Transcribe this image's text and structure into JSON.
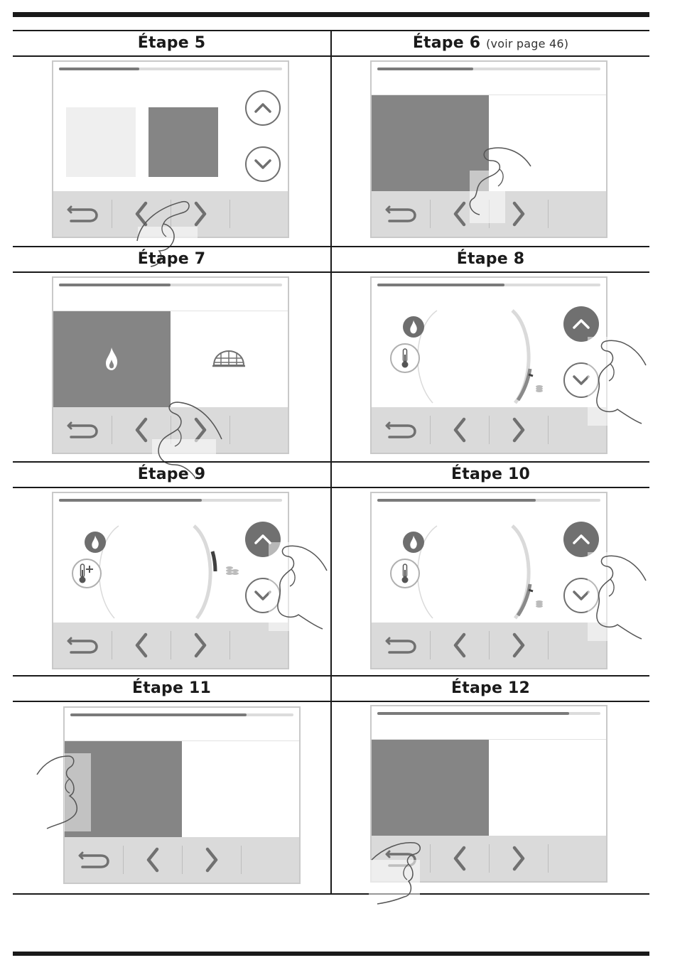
{
  "steps": [
    {
      "label": "Étape 5",
      "note": ""
    },
    {
      "label": "Étape 6",
      "note": "(voir page 46)"
    },
    {
      "label": "Étape 7",
      "note": ""
    },
    {
      "label": "Étape 8",
      "note": ""
    },
    {
      "label": "Étape 9",
      "note": ""
    },
    {
      "label": "Étape 10",
      "note": ""
    },
    {
      "label": "Étape 11",
      "note": ""
    },
    {
      "label": "Étape 12",
      "note": ""
    }
  ],
  "progress": [
    0.36,
    0.43,
    0.5,
    0.57,
    0.64,
    0.71,
    0.79,
    0.86
  ],
  "icons": {
    "back": "back-arrow-icon",
    "prev": "chevron-left-icon",
    "next": "chevron-right-icon",
    "up": "chevron-up-icon",
    "down": "chevron-down-icon",
    "flame": "flame-icon",
    "thermometer": "thermometer-icon",
    "greenhouse": "greenhouse-icon",
    "coins": "coins-icon",
    "hand": "pointing-hand-icon"
  },
  "colors": {
    "rule": "#1a1a1a",
    "tile_dark": "#858585",
    "tile_light": "#efefef",
    "navbar": "#dadada",
    "icon": "#707070"
  }
}
